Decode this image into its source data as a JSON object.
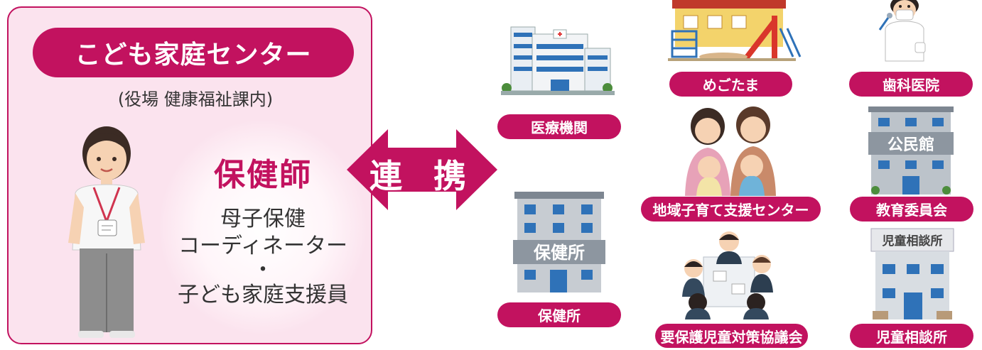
{
  "center": {
    "title": "こども家庭センター",
    "subtitle": "(役場 健康福祉課内)"
  },
  "role": {
    "title": "保健師",
    "lines": [
      "母子保健",
      "コーディネーター",
      "・",
      "子ども家庭支援員"
    ]
  },
  "link_label": "連 携",
  "partners": {
    "iryou": "医療機関",
    "hokenjo": "保健所",
    "megutama": "めごたま",
    "chiiki": "地域子育て支援センター",
    "youhogo": "要保護児童対策協議会",
    "shika": "歯科医院",
    "kyouiku": "教育委員会",
    "jidou": "児童相談所"
  },
  "signs": {
    "hokenjo_sign": "保健所",
    "kouminkan_sign": "公民館",
    "jidou_sign": "児童相談所"
  },
  "colors": {
    "accent": "#c2125f",
    "panel_bg": "#fbe3ee",
    "arrow": "#c2125f"
  }
}
